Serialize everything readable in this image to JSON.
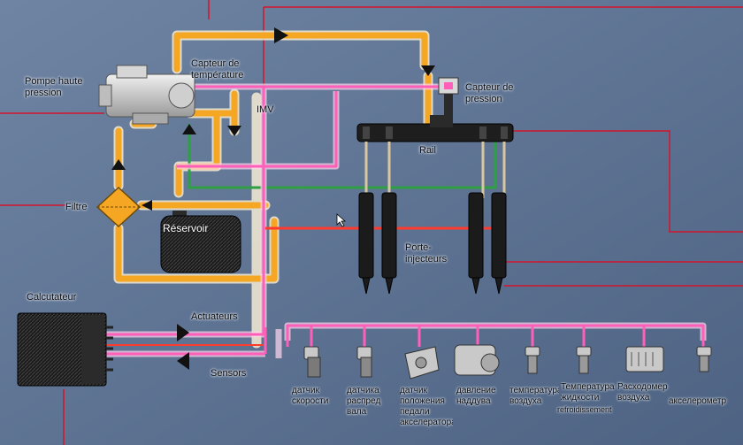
{
  "labels": {
    "pump": "Pompe haute\npression",
    "temp_sensor": "Capteur de\ntempérature",
    "imv": "IMV",
    "pressure_sensor": "Capteur de\npression",
    "rail": "Rail",
    "filter": "Filtre",
    "reservoir": "Réservoir",
    "injectors": "Porte-\ninjecteurs",
    "ecu": "Calcutateur",
    "actuators": "Actuateurs",
    "sensors": "Sensors"
  },
  "sensor_labels": [
    "датчик\nскорости",
    "датчика\nраспред\nвала",
    "датчик\nположения\nпедали\nакселератора",
    "давление\nнаддува",
    "температура\nвоздуха",
    "Температура\nжидкости",
    "Расходомер\nвоздуха",
    "акселерометр"
  ],
  "sensor_note": "refroidissement",
  "colors": {
    "background": "#5d7290",
    "fuel_line": "#f5a623",
    "signal_line": "#ff5fb8",
    "return_line": "#2ea043",
    "injector_line": "#ff3b2f",
    "callout_line": "#d1152d"
  }
}
